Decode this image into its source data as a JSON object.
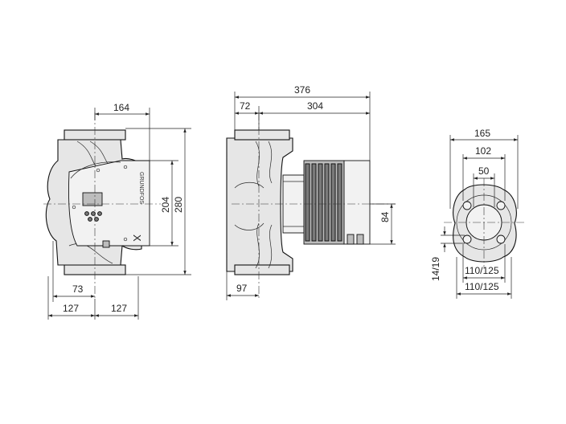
{
  "front_view": {
    "dim_width_top": "164",
    "dim_height_inner": "204",
    "dim_height_outer": "280",
    "dim_left_offset": "73",
    "dim_half_left": "127",
    "dim_half_right": "127",
    "logo_text": "GRUNDFOS",
    "model_text": "X"
  },
  "side_view": {
    "dim_total_length": "376",
    "dim_flange_part": "72",
    "dim_motor_part": "304",
    "dim_motor_height": "84",
    "dim_base_offset": "97"
  },
  "flange_view": {
    "dim_outer": "165",
    "dim_bolt_circle": "102",
    "dim_bore": "50",
    "dim_hole": "14/19",
    "dim_pcd_upper": "110/125",
    "dim_pcd_lower": "110/125"
  }
}
